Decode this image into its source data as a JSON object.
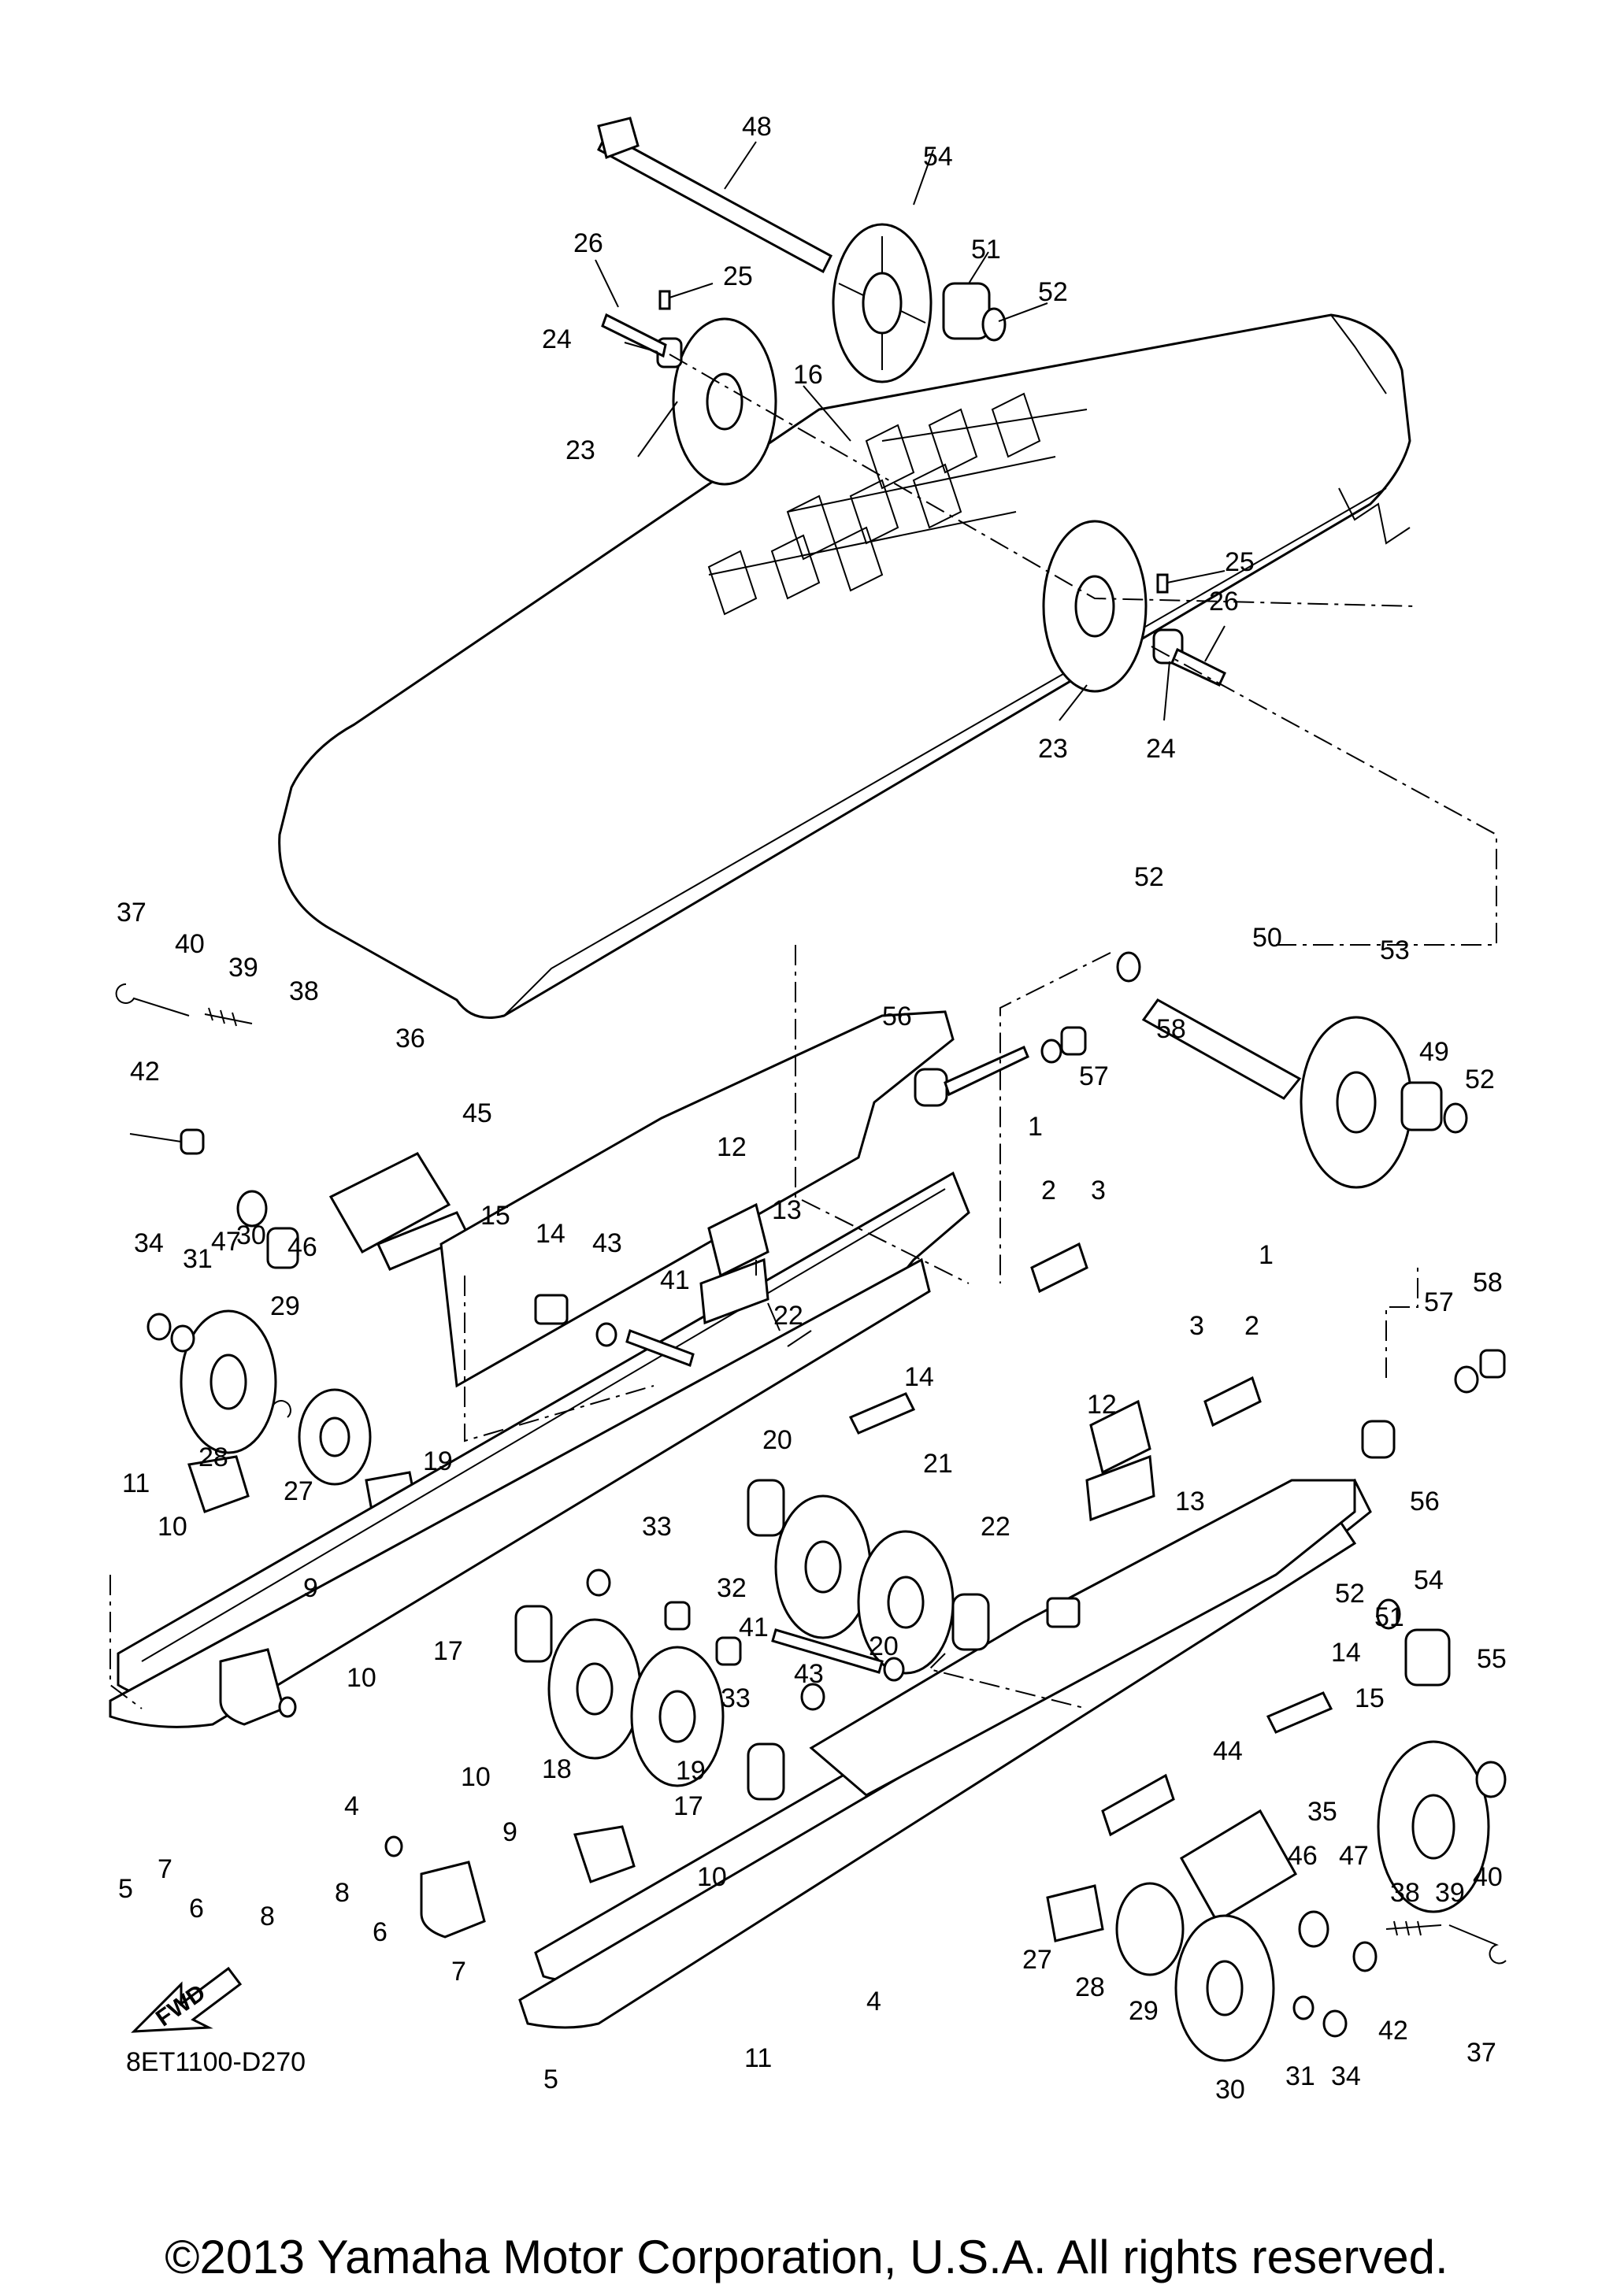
{
  "diagram": {
    "code": "8ET1100-D270",
    "fwd_label": "FWD",
    "copyright": "©2013 Yamaha Motor Corporation, U.S.A. All rights reserved."
  },
  "callouts": [
    "48",
    "54",
    "51",
    "52",
    "26",
    "25",
    "24",
    "16",
    "23",
    "25",
    "26",
    "23",
    "24",
    "37",
    "40",
    "39",
    "38",
    "42",
    "36",
    "45",
    "47",
    "46",
    "34",
    "31",
    "30",
    "29",
    "28",
    "27",
    "15",
    "14",
    "43",
    "41",
    "12",
    "13",
    "22",
    "19",
    "52",
    "50",
    "53",
    "56",
    "58",
    "57",
    "49",
    "52",
    "1",
    "2",
    "3",
    "1",
    "3",
    "2",
    "57",
    "58",
    "14",
    "12",
    "13",
    "56",
    "52",
    "51",
    "54",
    "55",
    "11",
    "10",
    "9",
    "20",
    "21",
    "33",
    "32",
    "22",
    "41",
    "20",
    "43",
    "10",
    "17",
    "18",
    "33",
    "19",
    "17",
    "14",
    "15",
    "4",
    "5",
    "7",
    "6",
    "8",
    "8",
    "10",
    "9",
    "6",
    "7",
    "10",
    "4",
    "11",
    "5",
    "44",
    "35",
    "46",
    "47",
    "38",
    "39",
    "40",
    "27",
    "28",
    "29",
    "30",
    "31",
    "34",
    "42",
    "37"
  ]
}
